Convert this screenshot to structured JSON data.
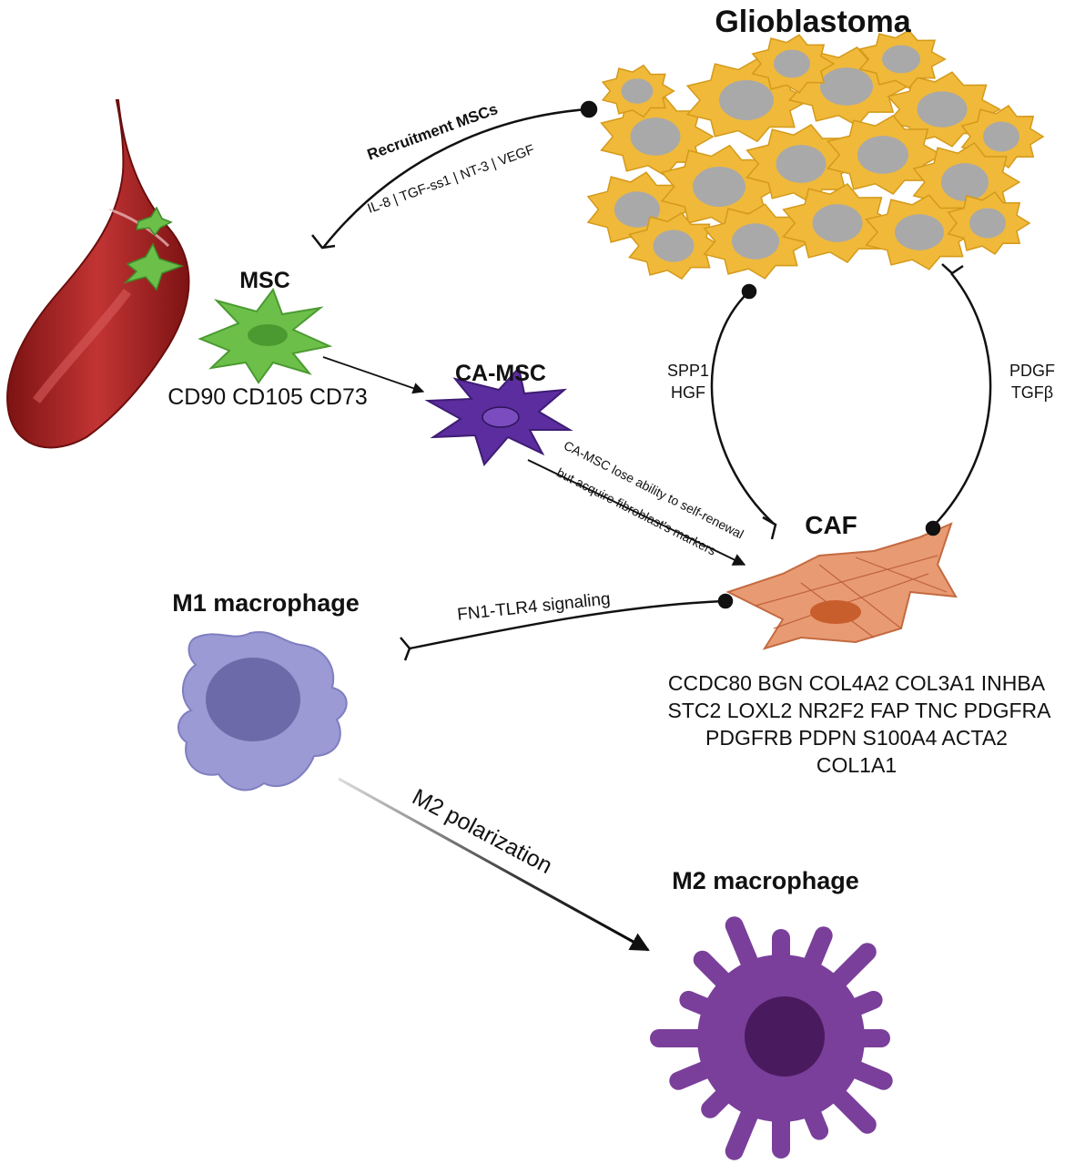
{
  "nodes": {
    "glioblastoma": "Glioblastoma",
    "msc": "MSC",
    "ca_msc": "CA-MSC",
    "caf": "CAF",
    "m1": "M1 macrophage",
    "m2": "M2 macrophage"
  },
  "markers": {
    "msc": "CD90 CD105 CD73",
    "caf": [
      "CCDC80 BGN COL4A2 COL3A1 INHBA",
      "STC2 LOXL2 NR2F2 FAP TNC PDGFRA",
      "PDGFRB PDPN S100A4 ACTA2",
      "COL1A1"
    ]
  },
  "edges": {
    "recruitment_title": "Recruitment MSCs",
    "recruitment_factors": "IL-8 | TGF-ss1 | NT-3 | VEGF",
    "spp1": "SPP1",
    "hgf": "HGF",
    "pdgf": "PDGF",
    "tgfb": "TGFβ",
    "camsc_line1": "CA-MSC lose ability to self-renewal",
    "camsc_line2": "but acquire fibroblast's markers",
    "fn1": "FN1-TLR4 signaling",
    "m2_pol": "M2 polarization"
  },
  "colors": {
    "msc": "#6cc04a",
    "ca_msc": "#5b2d9e",
    "caf": "#e89a73",
    "m1": "#9b9ad4",
    "m2": "#7a3f9a",
    "tumor_cell": "#f0b93a",
    "tumor_nucleus": "#a9a9a9",
    "vessel": "#a41f1f"
  }
}
